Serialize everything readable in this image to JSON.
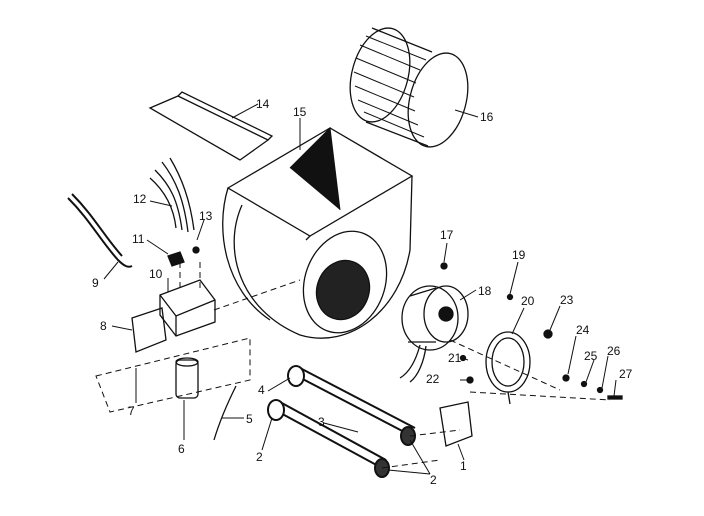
{
  "diagram": {
    "parts": {
      "p1": "1",
      "p2a": "2",
      "p2b": "2",
      "p3": "3",
      "p4": "4",
      "p5": "5",
      "p6": "6",
      "p7": "7",
      "p8": "8",
      "p9": "9",
      "p10": "10",
      "p11": "11",
      "p12": "12",
      "p13": "13",
      "p14": "14",
      "p15": "15",
      "p16": "16",
      "p17": "17",
      "p18": "18",
      "p19": "19",
      "p20": "20",
      "p21": "21",
      "p22": "22",
      "p23": "23",
      "p24": "24",
      "p25": "25",
      "p26": "26",
      "p27": "27"
    },
    "ink_color": "#111111",
    "paper_color": "#ffffff"
  }
}
